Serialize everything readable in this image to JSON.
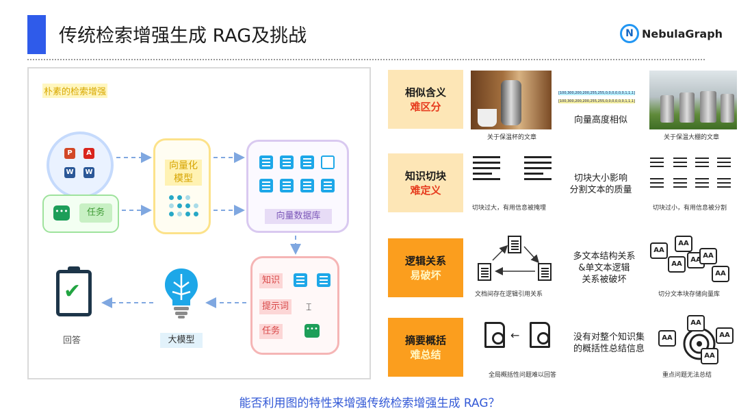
{
  "header": {
    "title": "传统检索增强生成 RAG及挑战",
    "logo_text": "NebulaGraph",
    "logo_mark": "N"
  },
  "diagram": {
    "title": "朴素的检索增强",
    "task_label": "任务",
    "vector_model_label": "向量化模型",
    "vector_db_label": "向量数据库",
    "prompt_items": [
      "知识",
      "提示词",
      "任务"
    ],
    "llm_label": "大模型",
    "answer_label": "回答",
    "doc_icons": [
      "P",
      "A",
      "W",
      "W"
    ]
  },
  "rows": [
    {
      "line1": "相似含义",
      "line2": "难区分",
      "left_caption": "关于保温杯的文章",
      "mid_text": "向量高度相似",
      "vector_strings": [
        "[100,300,200,200,255,255,0,0,0,0,0,0,1,1,1]",
        "[100,300,200,200,255,255,0,0,0,0,0,0,1,1,1]"
      ],
      "right_caption": "关于保温大棚的文章"
    },
    {
      "line1": "知识切块",
      "line2": "难定义",
      "left_caption": "切块过大，有用信息被掩埋",
      "mid_text": "切块大小影响\n分割文本的质量",
      "right_caption": "切块过小，有用信息被分割"
    },
    {
      "line1": "逻辑关系",
      "line2": "易破坏",
      "left_caption": "文档间存在逻辑引用关系",
      "mid_text": "多文本结构关系\n&单文本逻辑\n关系被破坏",
      "right_caption": "切分文本块存储向量库",
      "aa_label": "AA"
    },
    {
      "line1": "摘要概括",
      "line2": "难总结",
      "left_caption": "全局概括性问题难以回答",
      "mid_text": "没有对整个知识集\n的概括性总结信息",
      "right_caption": "重点问题无法总结",
      "aa_label": "AA"
    }
  ],
  "footer": {
    "question": "能否利用图的特性来增强传统检索增强生成 RAG？"
  },
  "colors": {
    "accent_blue": "#2f5bea",
    "label_light": "#fde6b6",
    "label_orange": "#fb9e1e",
    "emphasis_red": "#e63b1e"
  }
}
